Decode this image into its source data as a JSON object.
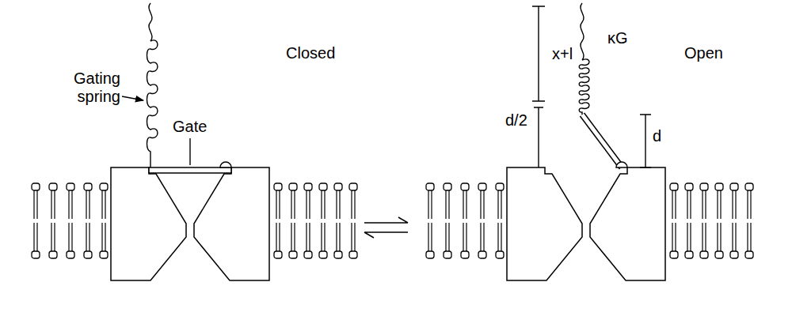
{
  "diagram": {
    "labels": [
      "Gating spring",
      "Gate",
      "Closed",
      "x+l",
      "κG",
      "d/2",
      "d",
      "Open"
    ]
  }
}
